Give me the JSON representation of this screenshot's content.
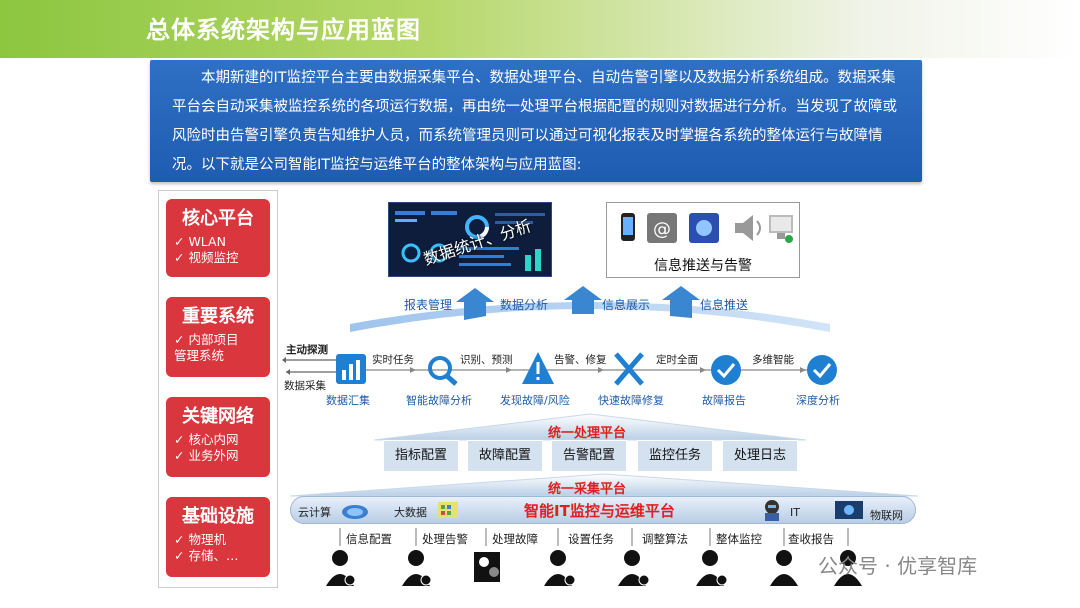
{
  "title": "总体系统架构与应用蓝图",
  "intro": "本期新建的IT监控平台主要由数据采集平台、数据处理平台、自动告警引擎以及数据分析系统组成。数据采集平台会自动采集被监控系统的各项运行数据，再由统一处理平台根据配置的规则对数据进行分析。当发现了故障或风险时由告警引擎负责告知维护人员，而系统管理员则可以通过可视化报表及时掌握各系统的整体运行与故障情况。以下就是公司智能IT监控与运维平台的整体架构与应用蓝图:",
  "left_boxes": [
    {
      "title": "核心平台",
      "items": [
        "✓ WLAN",
        "✓ 视频监控"
      ]
    },
    {
      "title": "重要系统",
      "items": [
        "✓ 内部项目",
        "管理系统"
      ]
    },
    {
      "title": "关键网络",
      "items": [
        "✓ 核心内网",
        "✓ 业务外网"
      ]
    },
    {
      "title": "基础设施",
      "items": [
        "✓ 物理机",
        "✓ 存储、…"
      ]
    }
  ],
  "dashboard_overlay": "数据统计、分析",
  "info_box_label": "信息推送与告警",
  "up_labels": [
    "报表管理",
    "数据分析",
    "信息展示",
    "信息推送"
  ],
  "side_labels": {
    "active": "主动探测",
    "collect": "数据采集"
  },
  "flow_edge_labels": [
    "实时任务",
    "识别、预测",
    "告警、修复",
    "定时全面",
    "多维智能"
  ],
  "flow_nodes": [
    "数据汇集",
    "智能故障分析",
    "发现故障/风险",
    "快速故障修复",
    "故障报告",
    "深度分析"
  ],
  "processing_title": "统一处理平台",
  "config_items": [
    "指标配置",
    "故障配置",
    "告警配置",
    "监控任务",
    "处理日志"
  ],
  "collection_title": "统一采集平台",
  "bar": {
    "cloud": "云计算",
    "bigdata": "大数据",
    "main": "智能IT监控与运维平台",
    "it": "IT",
    "iot": "物联网"
  },
  "people_labels": [
    "信息配置",
    "处理告警",
    "处理故障",
    "设置任务",
    "调整算法",
    "整体监控",
    "查收报告"
  ],
  "watermark": "公众号 · 优享智库",
  "colors": {
    "red": "#d9363e",
    "blue": "#1f5ca8",
    "title_green": "#8cc63f"
  }
}
